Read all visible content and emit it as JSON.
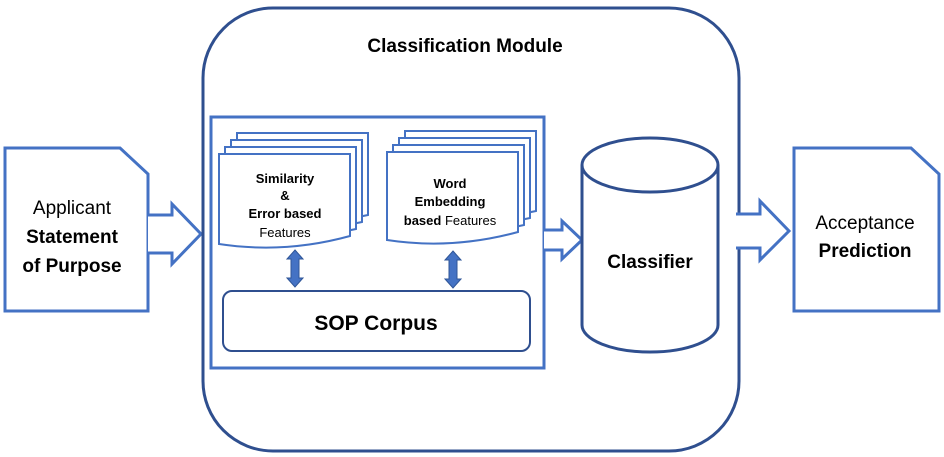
{
  "module": {
    "title": "Classification Module"
  },
  "input": {
    "line1": "Applicant",
    "line2": "Statement",
    "line3": "of Purpose"
  },
  "features_sim": {
    "line1": "Similarity",
    "line2": "&",
    "line3": "Error based",
    "line4": "Features"
  },
  "features_word": {
    "line1": "Word",
    "line2": "Embedding",
    "line3_bold": "based",
    "line3_rest": " Features"
  },
  "corpus": {
    "label": "SOP Corpus"
  },
  "classifier": {
    "label": "Classifier"
  },
  "output": {
    "line1": "Acceptance",
    "line2": "Prediction"
  },
  "colors": {
    "stroke": "#2f4f8f",
    "arrow_fill": "#ffffff",
    "arrow_stroke": "#4472c4",
    "double_arrow": "#4472c4"
  }
}
